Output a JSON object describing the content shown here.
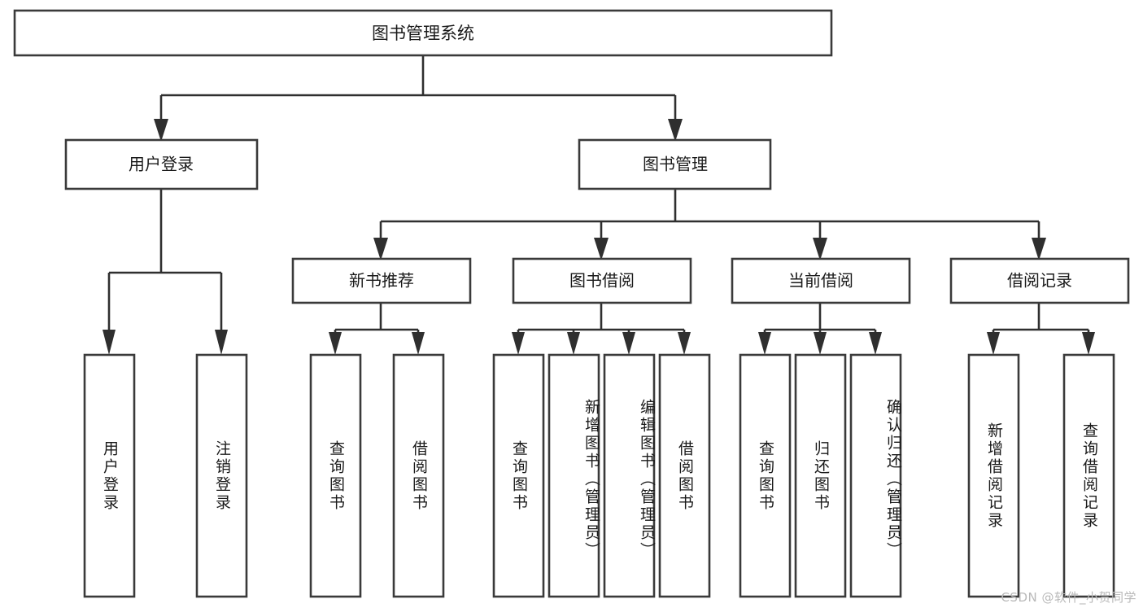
{
  "diagram": {
    "title": "图书管理系统",
    "type": "hierarchy-tree",
    "orientation": "top-down",
    "colors": {
      "box_fill": "#ffffff",
      "box_stroke": "#3a3a3a",
      "edge_stroke": "#2f2f2f",
      "text": "#1a1a1a",
      "watermark": "#b9b9b9"
    },
    "root": {
      "label": "图书管理系统"
    },
    "level2": [
      {
        "label": "用户登录"
      },
      {
        "label": "图书管理"
      }
    ],
    "level3": [
      {
        "label": "新书推荐"
      },
      {
        "label": "图书借阅"
      },
      {
        "label": "当前借阅"
      },
      {
        "label": "借阅记录"
      }
    ],
    "leaves": {
      "user_login": [
        {
          "label": "用户登录"
        },
        {
          "label": "注销登录"
        }
      ],
      "new_book_recommend": [
        {
          "label": "查询图书"
        },
        {
          "label": "借阅图书"
        }
      ],
      "book_borrow": [
        {
          "label": "查询图书"
        },
        {
          "label": "新增图书（管理员）"
        },
        {
          "label": "编辑图书（管理员）"
        },
        {
          "label": "借阅图书"
        }
      ],
      "current_borrow": [
        {
          "label": "查询图书"
        },
        {
          "label": "归还图书"
        },
        {
          "label": "确认归还（管理员）"
        }
      ],
      "borrow_records": [
        {
          "label": "新增借阅记录"
        },
        {
          "label": "查询借阅记录"
        }
      ]
    }
  },
  "watermark": {
    "text": "CSDN @软件_小贺同学"
  }
}
